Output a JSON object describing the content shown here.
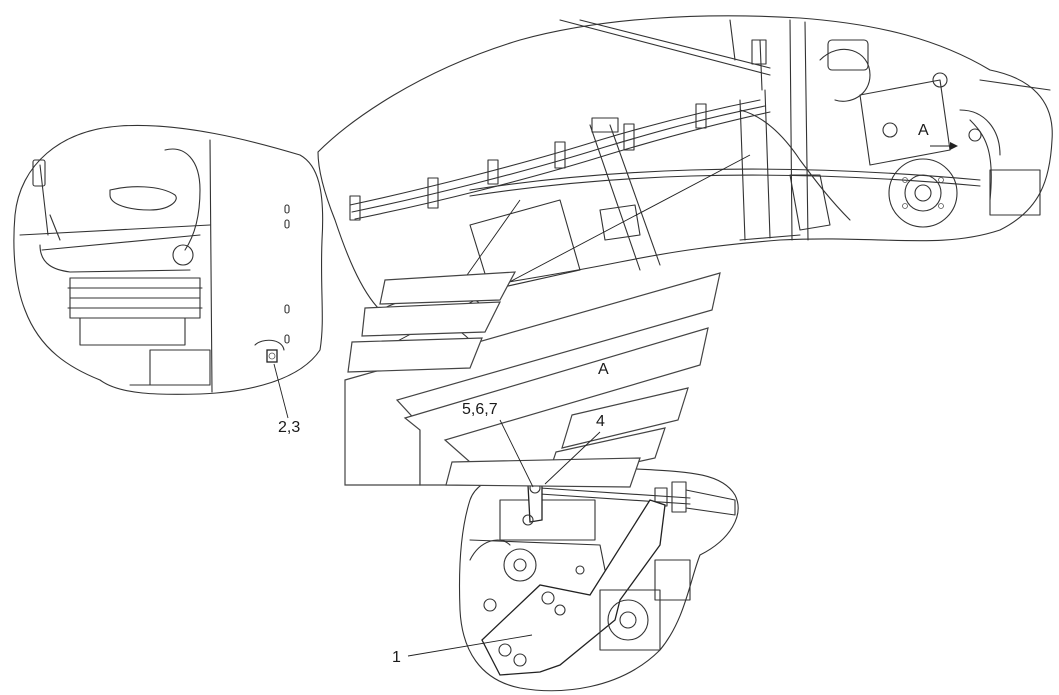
{
  "callouts": {
    "part_1": "1",
    "part_2_3": "2,3",
    "part_4": "4",
    "part_5_6_7": "5,6,7",
    "view_a_main": "A",
    "view_a_top": "A"
  }
}
